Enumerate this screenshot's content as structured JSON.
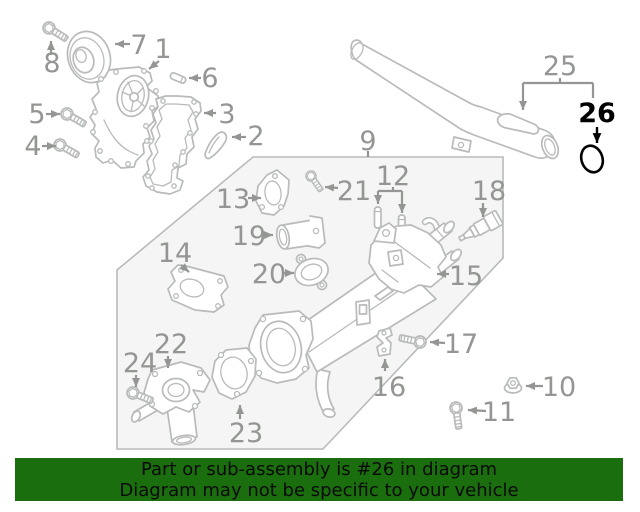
{
  "diagram": {
    "title": "exploded-parts-diagram",
    "colors": {
      "line": "#b8bbba",
      "label": "#939693",
      "panel": "#f4f5f4",
      "highlight": "#000000",
      "banner_bg": "#1b6e0e",
      "banner_text": "#0a0a0a"
    },
    "labels": {
      "p1": "1",
      "p2": "2",
      "p3": "3",
      "p4": "4",
      "p5": "5",
      "p6": "6",
      "p7": "7",
      "p8": "8",
      "p9": "9",
      "p10": "10",
      "p11": "11",
      "p12": "12",
      "p13": "13",
      "p14": "14",
      "p15": "15",
      "p16": "16",
      "p17": "17",
      "p18": "18",
      "p19": "19",
      "p20": "20",
      "p21": "21",
      "p22": "22",
      "p23": "23",
      "p24": "24",
      "p25": "25",
      "p26": "26"
    },
    "highlighted_part": "26"
  },
  "banner": {
    "line1": "Part or sub-assembly is #26 in diagram",
    "line2": "Diagram may not be specific to your vehicle"
  }
}
